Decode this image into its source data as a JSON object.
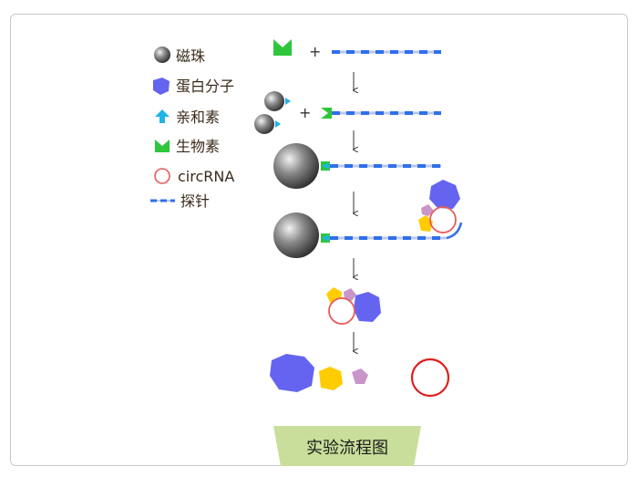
{
  "legend": [
    {
      "label": "磁珠",
      "icon": "magnetic-bead-icon"
    },
    {
      "label": "蛋白分子",
      "icon": "protein-molecule-icon"
    },
    {
      "label": "亲和素",
      "icon": "avidin-icon"
    },
    {
      "label": "生物素",
      "icon": "biotin-icon"
    },
    {
      "label": "circRNA",
      "icon": "circrna-icon"
    },
    {
      "label": "探针",
      "icon": "probe-icon"
    }
  ],
  "plus_sign": "+",
  "caption": "实验流程图",
  "colors": {
    "bead": "#555555",
    "protein": "#6464f0",
    "avidin": "#1fb4e6",
    "biotin": "#2ec63a",
    "circrna": "#e85a5a",
    "circrna_final": "#e01e1e",
    "probe_dash": "#2f6fe8",
    "probe_line": "#b9c7ef",
    "yellow_protein": "#ffcc00",
    "pink_protein": "#c896c8",
    "caption_bg": "#c9de9a",
    "border": "#c8c8c8"
  }
}
